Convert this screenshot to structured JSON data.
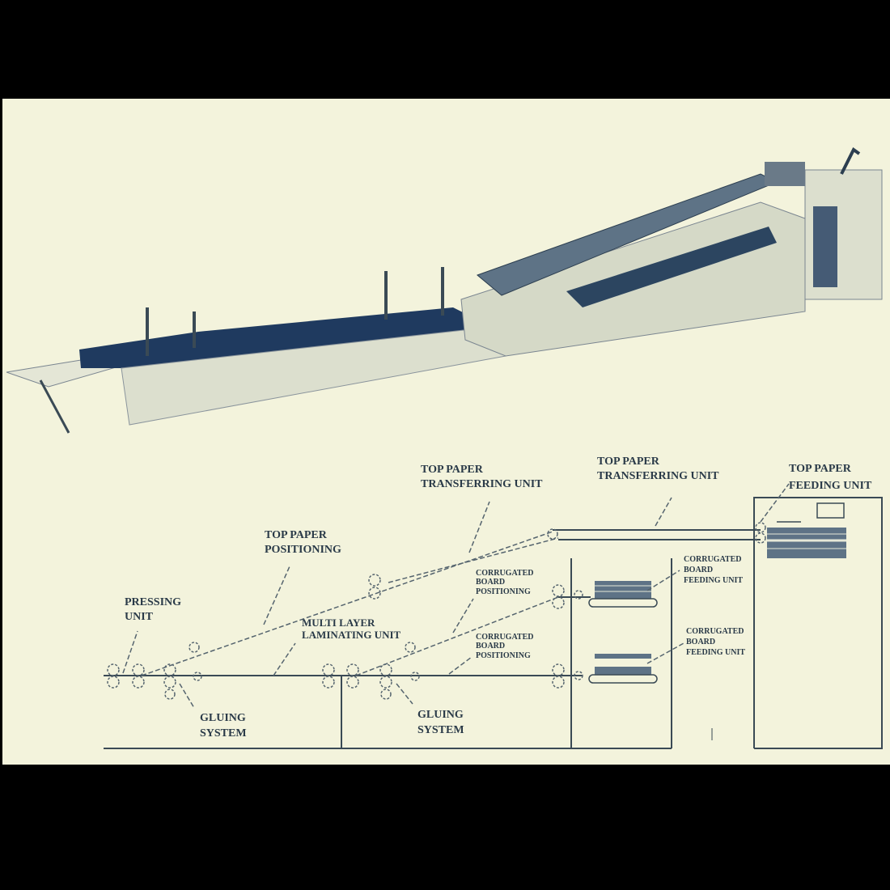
{
  "labels": {
    "top_paper_transferring_1": [
      "TOP PAPER",
      "TRANSFERRING UNIT"
    ],
    "top_paper_transferring_2": [
      "TOP PAPER",
      "TRANSFERRING UNIT"
    ],
    "top_paper_feeding": [
      "TOP PAPER",
      "FEEDING UNIT"
    ],
    "top_paper_positioning": [
      "TOP PAPER",
      "POSITIONING"
    ],
    "pressing_unit": [
      "PRESSING",
      "UNIT"
    ],
    "multi_layer": [
      "MULTI LAYER",
      "LAMINATING UNIT"
    ],
    "board_positioning_1": [
      "CORRUGATED",
      "BOARD",
      "POSITIONING"
    ],
    "board_positioning_2": [
      "CORRUGATED",
      "BOARD",
      "POSITIONING"
    ],
    "board_feeding_1": [
      "CORRUGATED",
      "BOARD",
      "FEEDING UNIT"
    ],
    "board_feeding_2": [
      "CORRUGATED",
      "BOARD",
      "FEEDING UNIT"
    ],
    "gluing_1": [
      "GLUING",
      "SYSTEM"
    ],
    "gluing_2": [
      "GLUING",
      "SYSTEM"
    ]
  },
  "colors": {
    "background": "#f3f3dc",
    "machine_body": "#d8dccb",
    "conveyor": "#1f3a5f",
    "line": "#3a4a55"
  }
}
